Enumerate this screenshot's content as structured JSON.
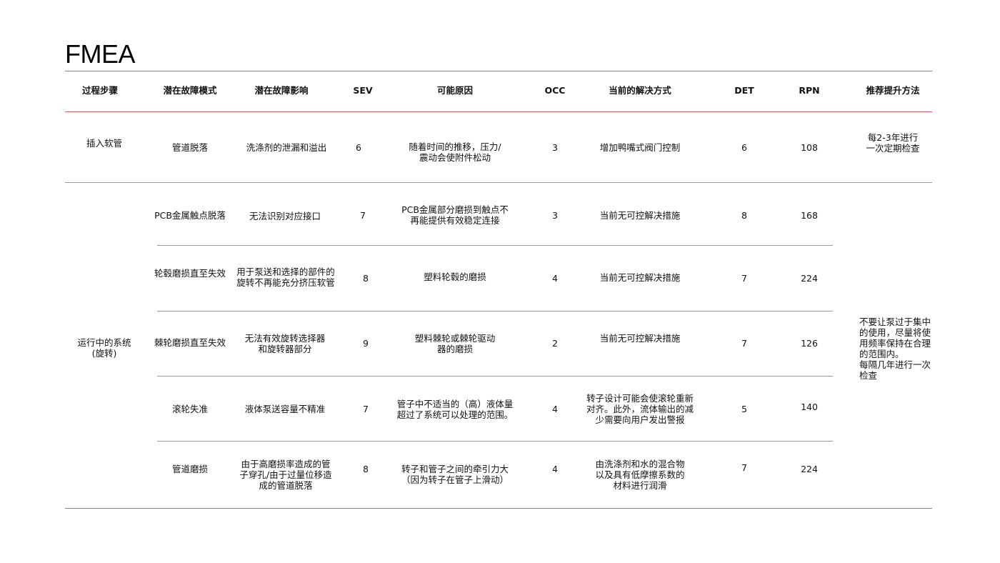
{
  "title": "FMEA",
  "headers": [
    "过程步骤",
    "潜在故障模式",
    "潜在故障影响",
    "SEV",
    "可能原因",
    "OCC",
    "当前的解决方式",
    "DET",
    "RPN",
    "推荐提升方法"
  ],
  "group1": {
    "step": "插入软管",
    "recommendation": "每2-3年进行\n一次定期检查",
    "row": {
      "mode": "管道脱落",
      "effect": "洗涤剂的泄漏和溢出",
      "sev": "6",
      "cause": "随着时间的推移，压力/\n震动会使附件松动",
      "occ": "3",
      "control": "增加鸭嘴式阀门控制",
      "det": "6",
      "rpn": "108"
    }
  },
  "group2": {
    "step": "运行中的系统\n(旋转)",
    "recommendation": "不要让泵过于集中\n的使用，尽量将使\n用频率保持在合理\n的范围内。\n每隔几年进行一次\n检查",
    "rows": [
      {
        "mode": "PCB金属触点脱落",
        "effect": "无法识别对应接口",
        "sev": "7",
        "cause": "PCB金属部分磨损到触点不\n再能提供有效稳定连接",
        "occ": "3",
        "control": "当前无可控解决措施",
        "det": "8",
        "rpn": "168"
      },
      {
        "mode": "轮毂磨损直至失效",
        "effect": "用于泵送和选择的部件的\n旋转不再能充分挤压软管",
        "sev": "8",
        "cause": "塑料轮毂的磨损",
        "occ": "4",
        "control": "当前无可控解决措施",
        "det": "7",
        "rpn": "224"
      },
      {
        "mode": "棘轮磨损直至失效",
        "effect": "无法有效旋转选择器\n和旋转器部分",
        "sev": "9",
        "cause": "塑料棘轮或棘轮驱动\n器的磨损",
        "occ": "2",
        "control": "当前无可控解决措施",
        "det": "7",
        "rpn": "126"
      },
      {
        "mode": "滚轮失准",
        "effect": "液体泵送容量不精准",
        "sev": "7",
        "cause": "管子中不适当的（高）液体量\n超过了系统可以处理的范围。",
        "occ": "4",
        "control": "转子设计可能会使滚轮重新\n对齐。此外，流体输出的减\n少需要向用户发出警报",
        "det": "5",
        "rpn": "140"
      },
      {
        "mode": "管道磨损",
        "effect": "由于高磨损率造成的管\n子穿孔/由于过量位移造\n成的管道脱落",
        "sev": "8",
        "cause": "转子和管子之间的牵引力大\n（因为转子在管子上滑动）",
        "occ": "4",
        "control": "由洗涤剂和水的混合物\n以及具有低摩擦系数的\n材料进行润滑",
        "det": "7",
        "rpn": "224"
      }
    ]
  }
}
